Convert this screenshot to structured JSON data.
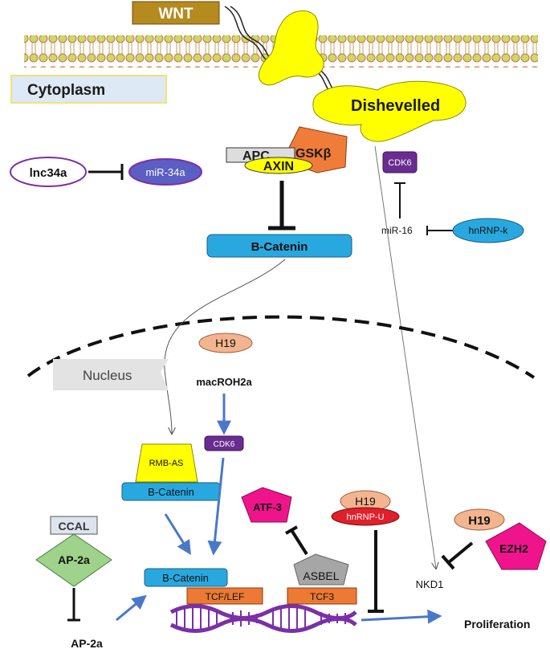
{
  "labels": {
    "wnt": "WNT",
    "cytoplasm": "Cytoplasm",
    "dishevelled": "Dishevelled",
    "apc": "APC",
    "gsk": "GSKβ",
    "axin": "AXIN",
    "lnc34a": "lnc34a",
    "mir34a": "miR-34a",
    "cdk6_top": "CDK6",
    "mir16": "miR-16",
    "hnrnpk": "hnRNP-k",
    "bcatenin_top": "B-Catenin",
    "h19_top": "H19",
    "nucleus": "Nucleus",
    "macroh2a": "macROH2a",
    "rmbas": "RMB-AS",
    "cdk6_mid": "CDK6",
    "bcatenin_mid": "B-Catenin",
    "h19_mid": "H19",
    "hnrnpu": "hnRNP-U",
    "atf3": "ATF-3",
    "h19_right": "H19",
    "ezh2": "EZH2",
    "ccal": "CCAL",
    "ap2a_diamond": "AP-2a",
    "ap2a_bottom": "AP-2a",
    "bcatenin_low": "B-Catenin",
    "tcflef": "TCF/LEF",
    "asbel": "ASBEL",
    "tcf3": "TCF3",
    "nkd1": "NKD1",
    "proliferation": "Proliferation"
  },
  "colors": {
    "wnt_box": "#b58a1e",
    "membrane": "#9bbf3f",
    "cytoplasm_box": "#dde9f5",
    "dishevelled": "#ffff00",
    "gsk": "#f07c3a",
    "bcatenin": "#29a8e0",
    "mir": "#5b5ec2",
    "cdk6": "#6a2c91",
    "h19": "#f3b58f",
    "hnrnpu": "#e0202a",
    "magenta": "#f0148c",
    "ap2a": "#9fd28a",
    "tcf": "#ec7a34",
    "asbel": "#a6a6a6",
    "dna": "#7b2fa8",
    "arrow_blue": "#4a78c8"
  }
}
